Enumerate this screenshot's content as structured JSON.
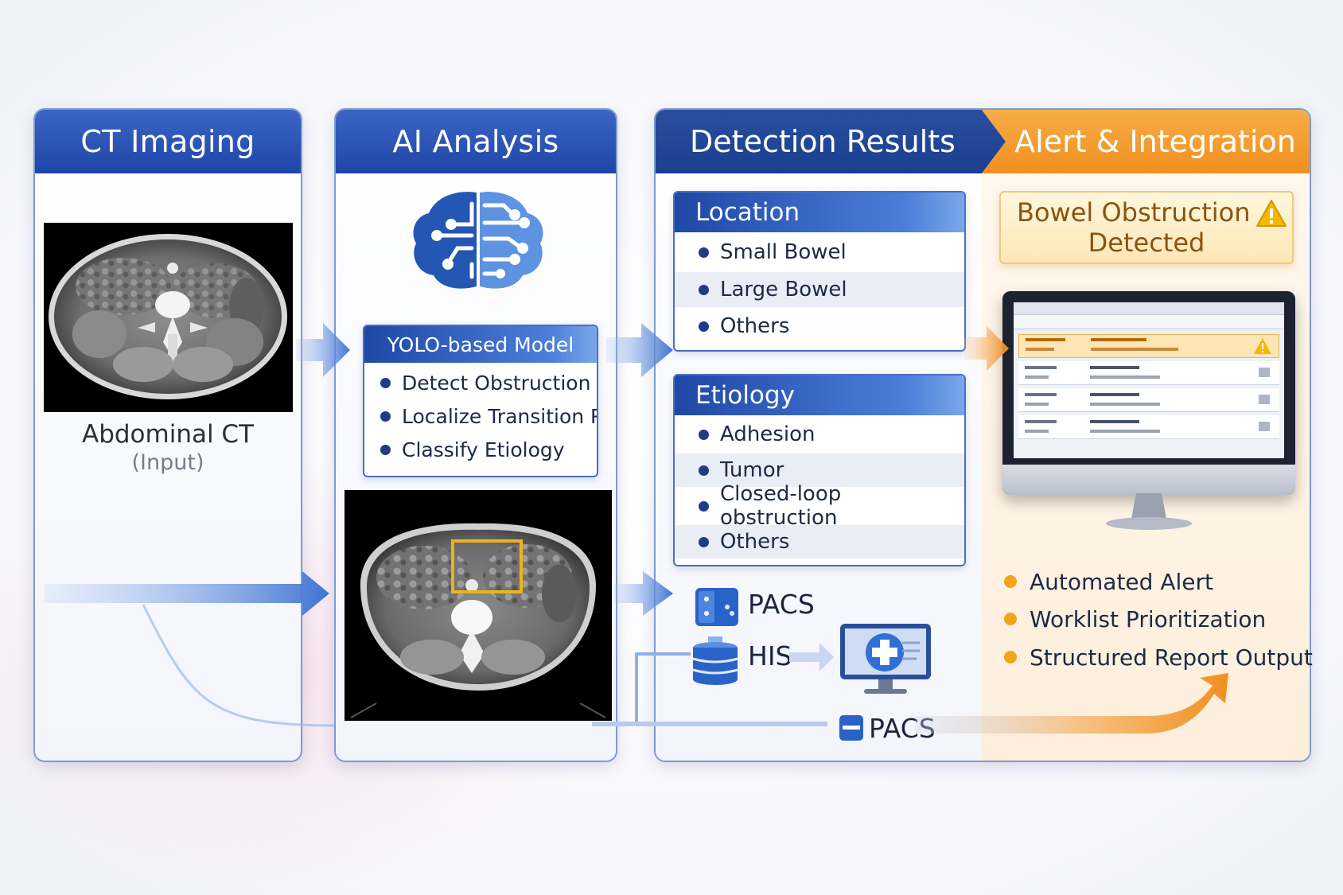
{
  "panels": {
    "ct": {
      "title": "CT Imaging",
      "caption": "Abdominal CT",
      "caption_sub": "(Input)"
    },
    "ai": {
      "title": "AI Analysis",
      "model": {
        "title": "YOLO-based Model",
        "items": [
          "Detect Obstruction",
          "Localize Transition Point",
          "Classify Etiology"
        ]
      }
    },
    "results": {
      "title": "Detection Results",
      "location": {
        "title": "Location",
        "items": [
          "Small Bowel",
          "Large Bowel",
          "Others"
        ]
      },
      "etiology": {
        "title": "Etiology",
        "items": [
          "Adhesion",
          "Tumor",
          "Closed-loop obstruction",
          "Others"
        ]
      },
      "systems": {
        "pacs": "PACS",
        "his": "HIS",
        "pacs_bottom": "PACS"
      }
    },
    "alert": {
      "title": "Alert & Integration",
      "banner_line1": "Bowel Obstruction",
      "banner_line2": "Detected",
      "features": [
        "Automated Alert",
        "Worklist Prioritization",
        "Structured Report Output"
      ]
    }
  },
  "colors": {
    "blue_header": "#1e46a8",
    "orange_header": "#f29a2e",
    "alert_text": "#8a5410",
    "warning": "#f5b800",
    "bullet_orange": "#f2a41c",
    "highlight_box": "#f0b21a"
  },
  "icons": [
    "brain-circuit-icon",
    "warning-icon",
    "database-icon",
    "monitor-medical-icon",
    "arrow-icon"
  ]
}
